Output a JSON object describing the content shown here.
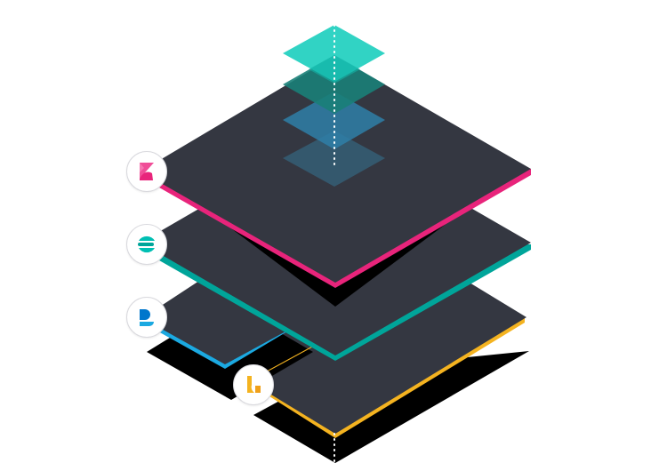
{
  "diagram": {
    "layers": [
      {
        "name": "kibana",
        "accent": "#e8247b",
        "icon": "kibana-icon"
      },
      {
        "name": "elasticsearch",
        "accent": "#00a59a",
        "icon": "elasticsearch-icon"
      },
      {
        "name": "beats",
        "accent": "#1ba9e1",
        "icon": "beats-icon"
      },
      {
        "name": "logstash",
        "accent": "#f4b320",
        "icon": "logstash-icon"
      }
    ],
    "colors": {
      "panel": "#343741",
      "shadow": "#000000",
      "tile_teal": "#1fcfbf",
      "tile_deep_teal": "#1a7f78",
      "tile_blue": "#2f7fa8",
      "tile_slate": "#355a70",
      "axis_dots": "#ffffff"
    }
  }
}
